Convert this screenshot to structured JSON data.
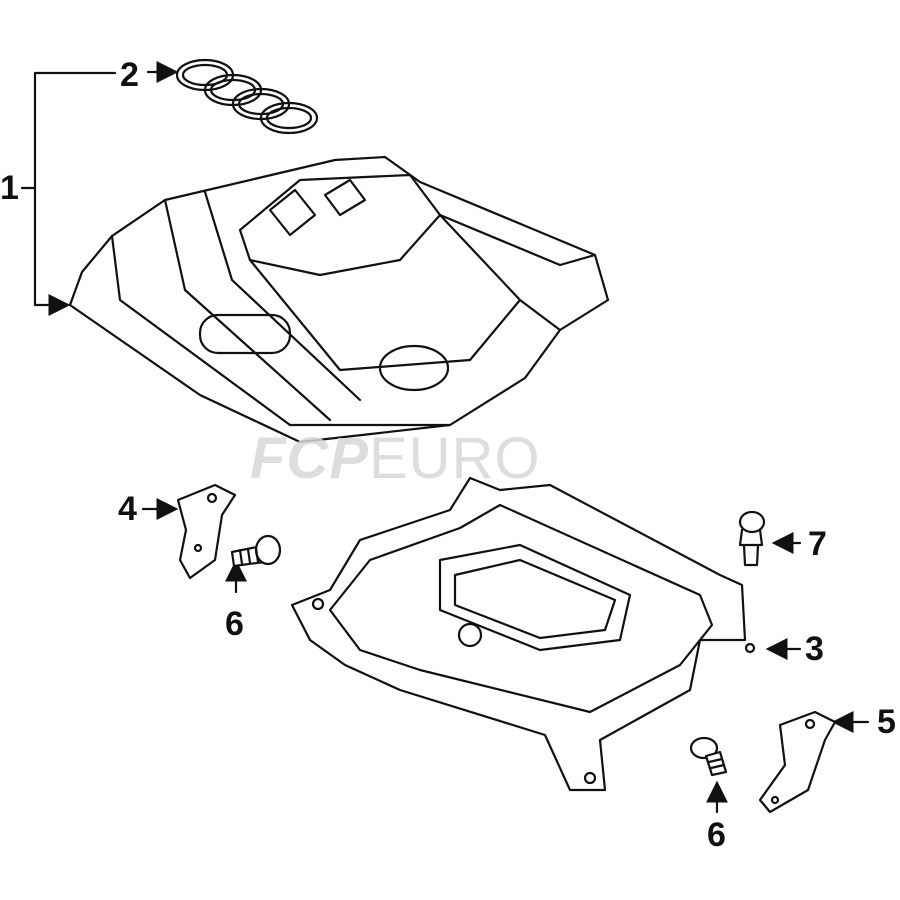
{
  "watermark": {
    "brand_bold": "FCP",
    "brand_light": "EURO"
  },
  "callouts": [
    {
      "id": "engine-cover",
      "label": "1"
    },
    {
      "id": "emblem",
      "label": "2"
    },
    {
      "id": "skid-plate",
      "label": "3"
    },
    {
      "id": "bracket-left",
      "label": "4"
    },
    {
      "id": "bracket-right",
      "label": "5"
    },
    {
      "id": "bolt-left",
      "label": "6"
    },
    {
      "id": "bolt-right",
      "label": "6"
    },
    {
      "id": "clip",
      "label": "7"
    }
  ]
}
